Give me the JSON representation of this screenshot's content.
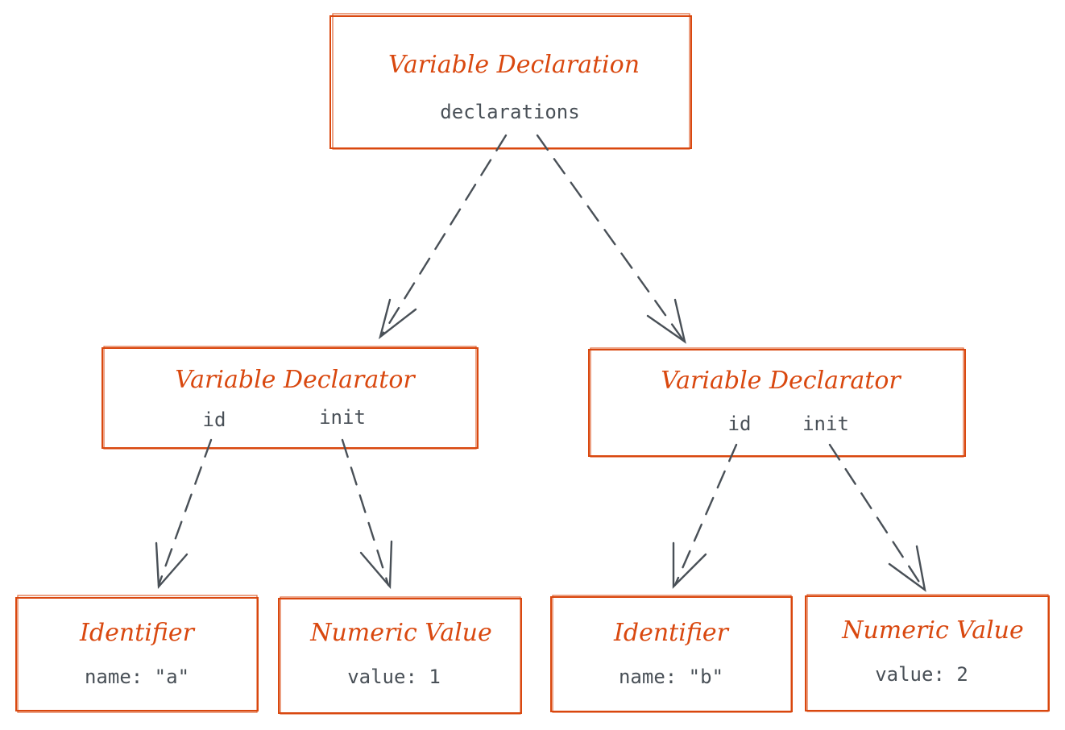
{
  "colors": {
    "box_stroke": "#d9480f",
    "title_text": "#d9480f",
    "field_text": "#495057",
    "arrow": "#495057"
  },
  "nodes": {
    "root": {
      "title": "Variable Declaration",
      "fields": [
        "declarations"
      ]
    },
    "decl_a": {
      "title": "Variable Declarator",
      "fields": [
        "id",
        "init"
      ]
    },
    "decl_b": {
      "title": "Variable Declarator",
      "fields": [
        "id",
        "init"
      ]
    },
    "ident_a": {
      "title": "Identifier",
      "fields": [
        "name: \"a\""
      ]
    },
    "num_1": {
      "title": "Numeric Value",
      "fields": [
        "value: 1"
      ]
    },
    "ident_b": {
      "title": "Identifier",
      "fields": [
        "name: \"b\""
      ]
    },
    "num_2": {
      "title": "Numeric Value",
      "fields": [
        "value: 2"
      ]
    }
  },
  "edges": [
    {
      "from": "root.declarations",
      "to": "decl_a"
    },
    {
      "from": "root.declarations",
      "to": "decl_b"
    },
    {
      "from": "decl_a.id",
      "to": "ident_a"
    },
    {
      "from": "decl_a.init",
      "to": "num_1"
    },
    {
      "from": "decl_b.id",
      "to": "ident_b"
    },
    {
      "from": "decl_b.init",
      "to": "num_2"
    }
  ]
}
